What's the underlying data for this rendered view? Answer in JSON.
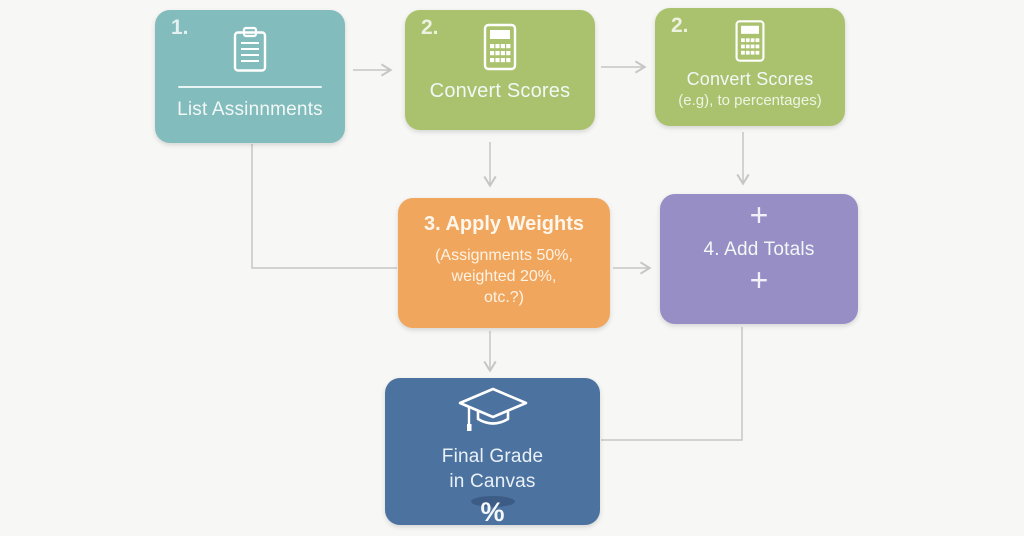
{
  "background_color": "#f7f7f5",
  "connector_color": "#c6c6c4",
  "diagram": {
    "nodes": {
      "list_assignments": {
        "step": "1.",
        "label": "List Assinnments",
        "icon": "clipboard-icon",
        "color": "#83bcbd"
      },
      "convert_scores": {
        "step": "2.",
        "label": "Convert Scores",
        "icon": "calculator-icon",
        "color": "#aac26d"
      },
      "convert_scores_percentages": {
        "step": "2.",
        "label": "Convert Scores",
        "sublabel": "(e.g), to percentages)",
        "icon": "calculator-icon",
        "color": "#aac26d"
      },
      "apply_weights": {
        "label": "3. Apply Weights",
        "sublabel_lines": [
          "(Assignments 50%,",
          "weighted 20%,",
          "otc.?)"
        ],
        "color": "#f1a65e"
      },
      "add_totals": {
        "plus_top": "+",
        "label": "4. Add Totals",
        "plus_bottom": "+",
        "color": "#978ec6"
      },
      "final_grade": {
        "label_lines": [
          "Final Grade",
          "in Canvas"
        ],
        "percent_symbol": "%",
        "icon": "graduation-cap-icon",
        "color": "#4c73a0"
      }
    },
    "connectors": [
      {
        "from": "list-assignments",
        "to": "convert-scores",
        "style": "arrow"
      },
      {
        "from": "convert-scores",
        "to": "convert-scores-percentages",
        "style": "arrow"
      },
      {
        "from": "convert-scores",
        "to": "apply-weights",
        "style": "arrow"
      },
      {
        "from": "convert-scores-percentages",
        "to": "add-totals",
        "style": "arrow"
      },
      {
        "from": "list-assignments",
        "to": "apply-weights",
        "style": "elbow-line"
      },
      {
        "from": "apply-weights",
        "to": "add-totals",
        "style": "arrow"
      },
      {
        "from": "apply-weights",
        "to": "final-grade",
        "style": "arrow"
      },
      {
        "from": "add-totals",
        "to": "final-grade",
        "style": "elbow-line"
      }
    ]
  }
}
